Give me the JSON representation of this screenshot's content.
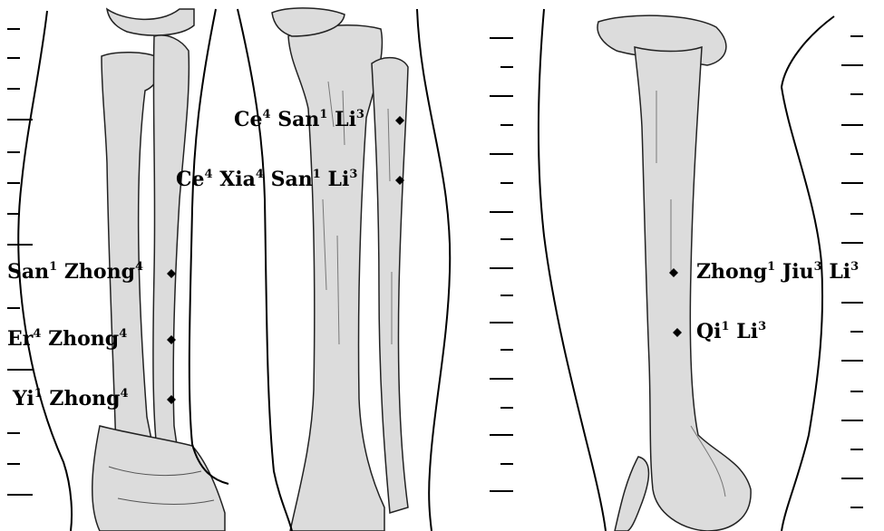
{
  "colors": {
    "bone_fill": "#dcdcdc",
    "bone_stroke": "#222222",
    "outline": "#000000",
    "marker": "#000000",
    "background": "#ffffff"
  },
  "panels": [
    {
      "name": "forearm-left",
      "points": [
        {
          "label": "San¹ Zhong⁴",
          "syllables": [
            {
              "t": "San",
              "tone": "1"
            },
            {
              "t": "Zhong",
              "tone": "4"
            }
          ]
        },
        {
          "label": "Er⁴ Zhong⁴",
          "syllables": [
            {
              "t": "Er",
              "tone": "4"
            },
            {
              "t": "Zhong",
              "tone": "4"
            }
          ]
        },
        {
          "label": "Yi¹ Zhong⁴",
          "syllables": [
            {
              "t": "Yi",
              "tone": "1"
            },
            {
              "t": "Zhong",
              "tone": "4"
            }
          ]
        }
      ]
    },
    {
      "name": "lower-leg-middle",
      "points": [
        {
          "label": "Ce⁴ San¹ Li³",
          "syllables": [
            {
              "t": "Ce",
              "tone": "4"
            },
            {
              "t": "San",
              "tone": "1"
            },
            {
              "t": "Li",
              "tone": "3"
            }
          ]
        },
        {
          "label": "Ce⁴ Xia⁴ San¹ Li³",
          "syllables": [
            {
              "t": "Ce",
              "tone": "4"
            },
            {
              "t": "Xia",
              "tone": "4"
            },
            {
              "t": "San",
              "tone": "1"
            },
            {
              "t": "Li",
              "tone": "3"
            }
          ]
        }
      ]
    },
    {
      "name": "upper-arm-right",
      "points": [
        {
          "label": "Zhong¹ Jiu³ Li³",
          "syllables": [
            {
              "t": "Zhong",
              "tone": "1"
            },
            {
              "t": "Jiu",
              "tone": "3"
            },
            {
              "t": "Li",
              "tone": "3"
            }
          ]
        },
        {
          "label": "Qi¹ Li³",
          "syllables": [
            {
              "t": "Qi",
              "tone": "1"
            },
            {
              "t": "Li",
              "tone": "3"
            }
          ]
        }
      ]
    }
  ]
}
